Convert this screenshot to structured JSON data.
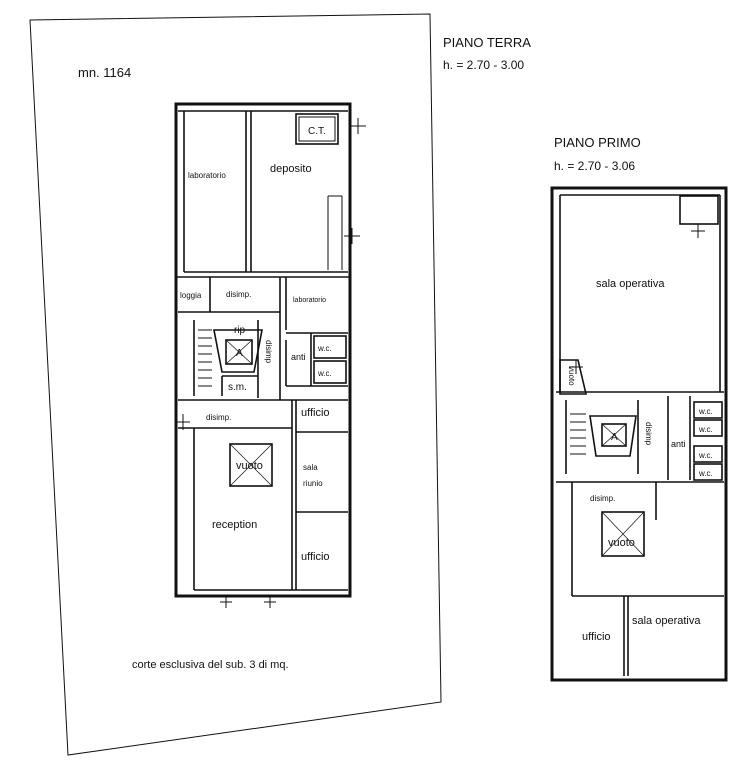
{
  "lot": {
    "label": "mn. 1164",
    "courtyard_note": "corte esclusiva del sub. 3 di mq."
  },
  "ground_floor": {
    "title": "PIANO TERRA",
    "heights": "h. = 2.70 - 3.00",
    "rooms": {
      "laboratorio_a": "laboratorio",
      "deposito": "deposito",
      "ct": "C.T.",
      "loggia": "loggia",
      "disimp_a": "disimp.",
      "laboratorio_b": "laboratorio",
      "rip": "rip",
      "disimp_v": "disimp",
      "lift": "A",
      "sm": "s.m.",
      "anti": "anti",
      "wc_a": "w.c.",
      "wc_b": "w.c.",
      "disimp_b": "disimp.",
      "ufficio_a": "ufficio",
      "vuoto": "vuoto",
      "sala": "sala",
      "riunio": "riunio",
      "reception": "reception",
      "ufficio_b": "ufficio"
    }
  },
  "first_floor": {
    "title": "PIANO PRIMO",
    "heights": "h. = 2.70 - 3.06",
    "rooms": {
      "sala_operativa_a": "sala operativa",
      "vuoto_v": "vuoto",
      "lift": "A",
      "disimp_v": "disimp",
      "anti": "anti",
      "wc_a": "w.c.",
      "wc_b": "w.c.",
      "wc_c": "w.c.",
      "wc_d": "w.c.",
      "disimp": "disimp.",
      "vuoto": "vuoto",
      "ufficio": "ufficio",
      "sala_operativa_b": "sala operativa"
    }
  }
}
